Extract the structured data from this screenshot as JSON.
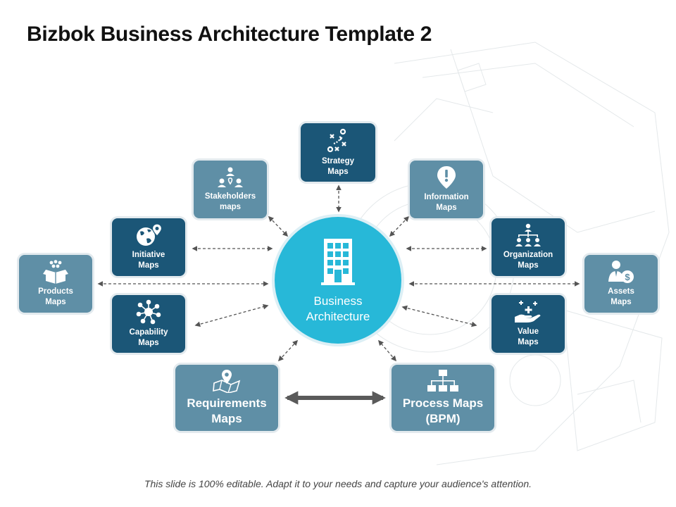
{
  "title": "Bizbok Business Architecture Template 2",
  "center": {
    "label": "Business\nArchitecture",
    "icon": "building-icon",
    "color": "#27b8d8"
  },
  "nodes": {
    "strategy": {
      "label": "Strategy\nMaps",
      "icon": "strategy-play-icon"
    },
    "stakeholders": {
      "label": "Stakeholders\nmaps",
      "icon": "stakeholders-icon"
    },
    "information": {
      "label": "Information\nMaps",
      "icon": "info-pin-icon"
    },
    "initiative": {
      "label": "Initiative\nMaps",
      "icon": "globe-pin-icon"
    },
    "organization": {
      "label": "Organization\nMaps",
      "icon": "org-chart-icon"
    },
    "products": {
      "label": "Products\nMaps",
      "icon": "products-box-icon"
    },
    "assets": {
      "label": "Assets\nMaps",
      "icon": "assets-person-dollar-icon"
    },
    "capability": {
      "label": "Capability\nMaps",
      "icon": "capability-network-icon"
    },
    "value": {
      "label": "Value\nMaps",
      "icon": "value-hand-plus-icon"
    },
    "requirements": {
      "label": "Requirements\nMaps",
      "icon": "map-pin-icon"
    },
    "process": {
      "label": "Process Maps\n(BPM)",
      "icon": "process-flow-icon"
    }
  },
  "colors": {
    "dark_box": "#1b5677",
    "light_box": "#5f8fa6",
    "center": "#27b8d8",
    "arrow": "#555555"
  },
  "footer": "This slide is 100% editable. Adapt it to your needs and capture your audience's attention."
}
